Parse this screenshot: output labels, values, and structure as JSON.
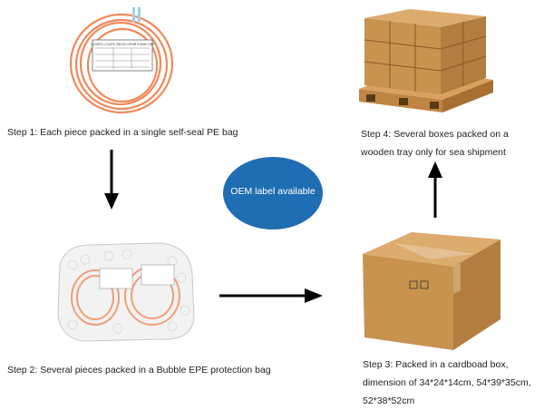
{
  "steps": {
    "step1": {
      "caption": "Step 1: Each piece packed in a single self-seal PE bag",
      "label_text": "SC/APC-LC/UPC SM DX OFNR 3.0mm 10M"
    },
    "step2": {
      "caption": "Step 2: Several pieces packed in a Bubble EPE protection bag"
    },
    "step3": {
      "caption": "Step 3: Packed in a cardboad box, dimension of 34*24*14cm, 54*39*35cm, 52*38*52cm"
    },
    "step4": {
      "caption": "Step 4: Several boxes packed on a wooden tray only for sea shipment"
    }
  },
  "oem_badge": {
    "text": "OEM label available",
    "color": "#1f6db3"
  },
  "colors": {
    "cable": "#f08a5a",
    "carton": "#c8924f",
    "pallet": "#d9a05e",
    "arrow": "#000000"
  }
}
